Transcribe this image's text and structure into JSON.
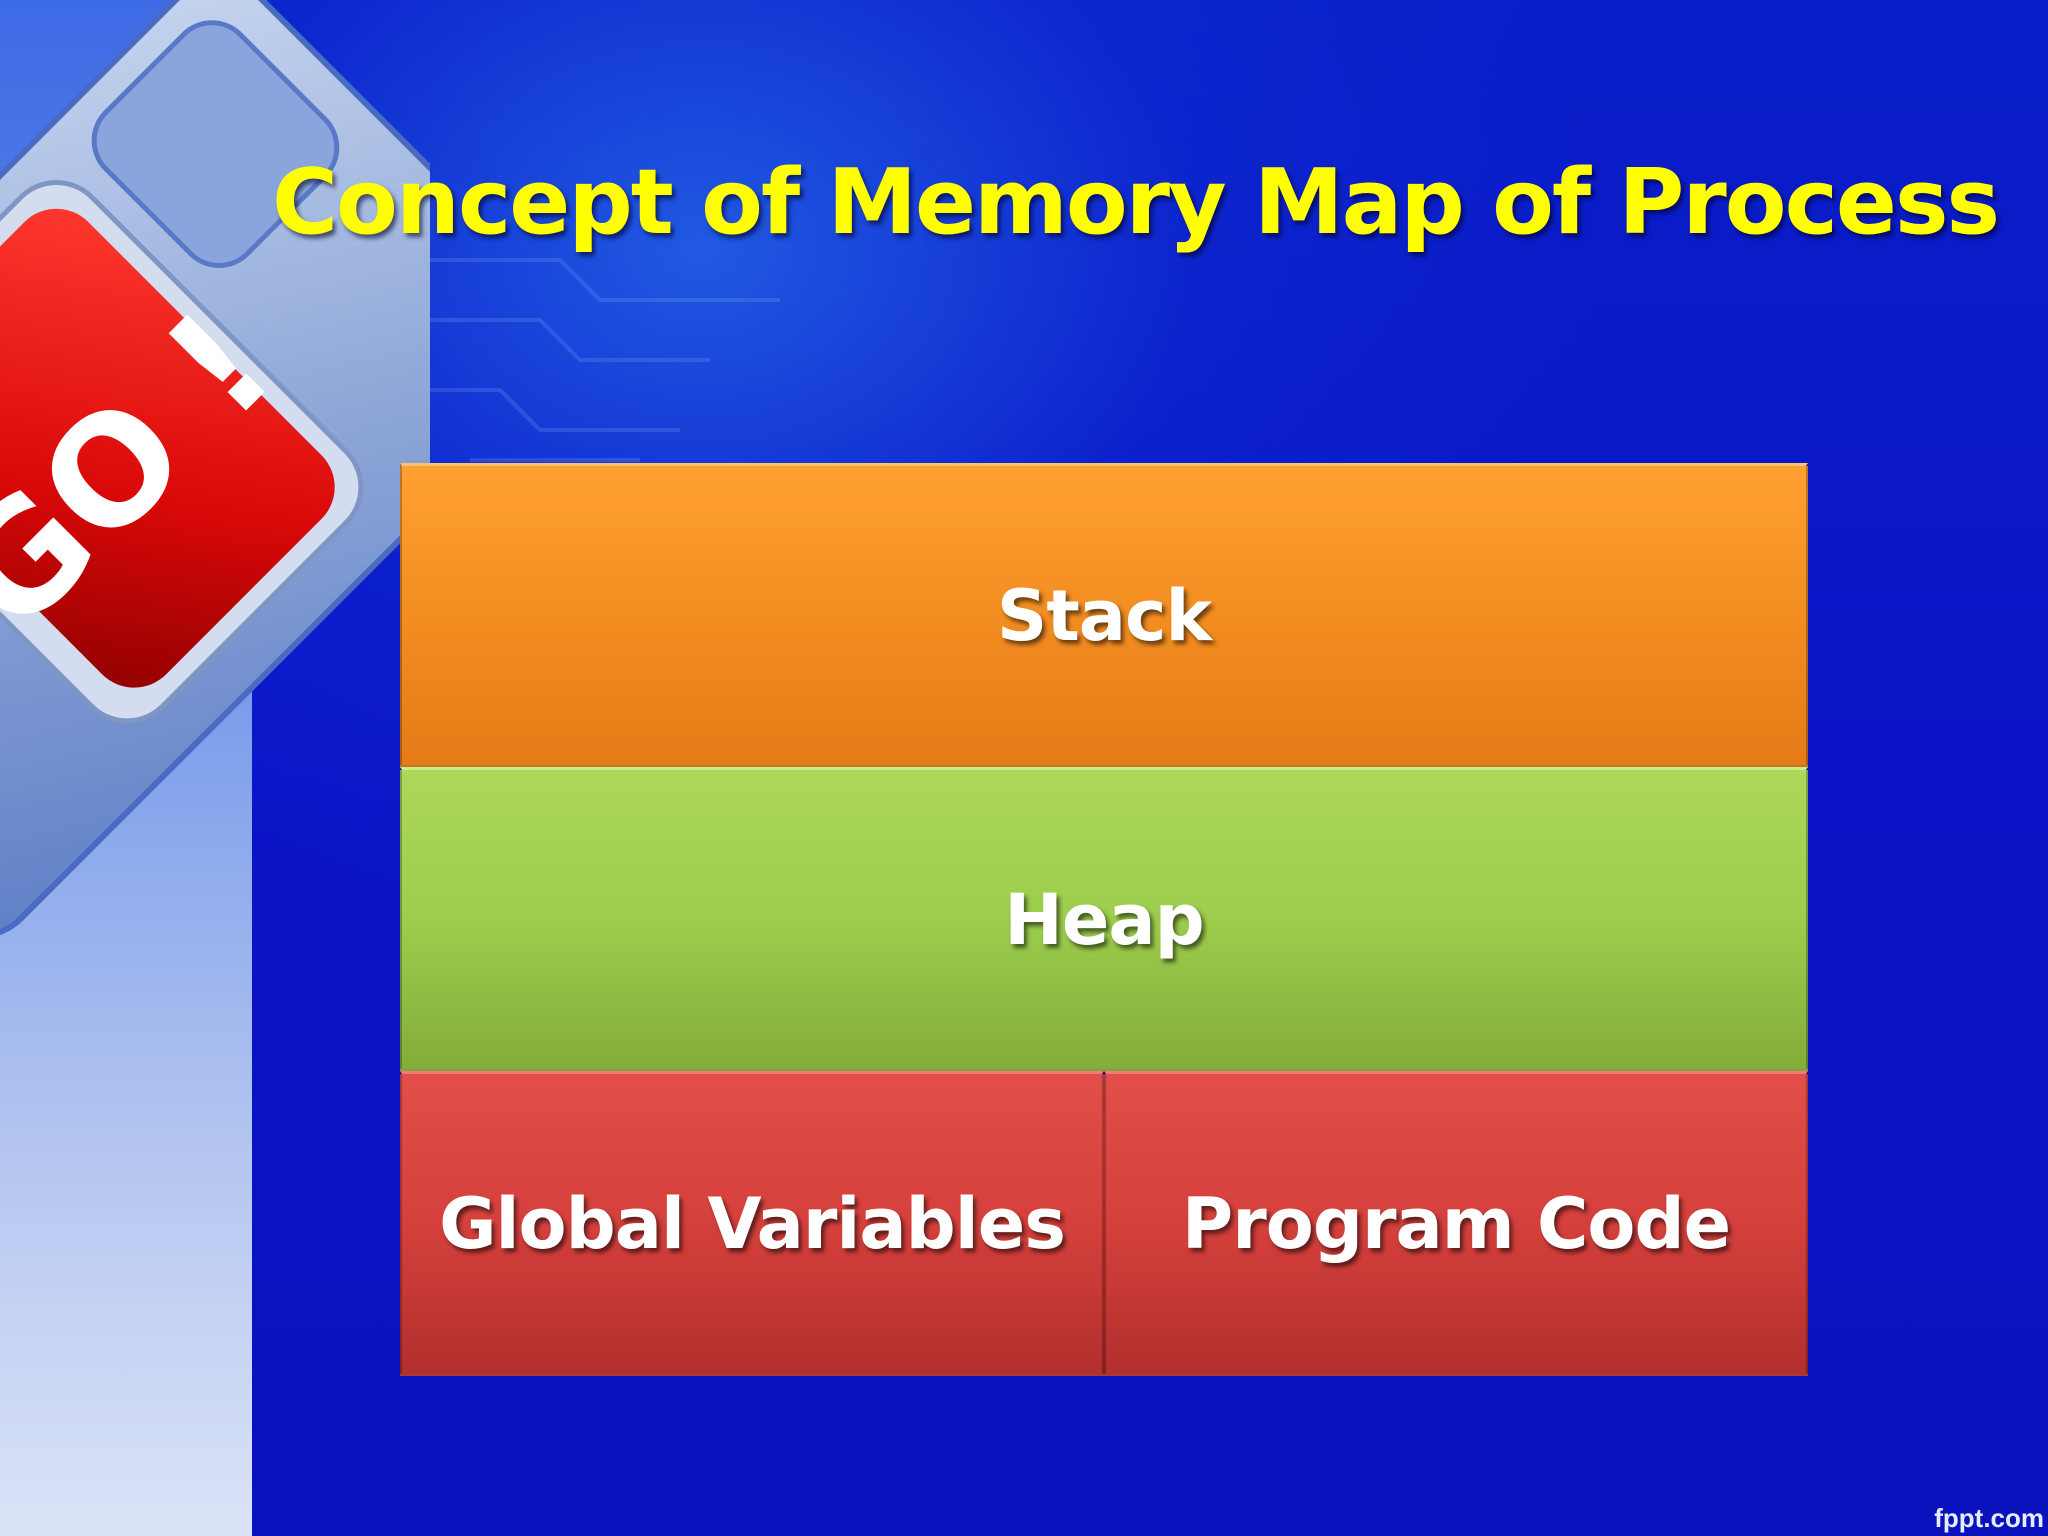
{
  "slide": {
    "title": "Concept of Memory Map of Process",
    "watermark": "fppt.com"
  },
  "memory_map": {
    "segments": [
      {
        "label": "Stack",
        "color": "#f59326"
      },
      {
        "label": "Heap",
        "color": "#9fd04f"
      },
      {
        "label": "Global Variables",
        "color": "#d8433f"
      },
      {
        "label": "Program Code",
        "color": "#d8433f"
      }
    ]
  },
  "decoration": {
    "key_label": "GO !",
    "key_color": "#e01010",
    "title_color": "#ffff00",
    "background_color": "#0a14c6"
  }
}
